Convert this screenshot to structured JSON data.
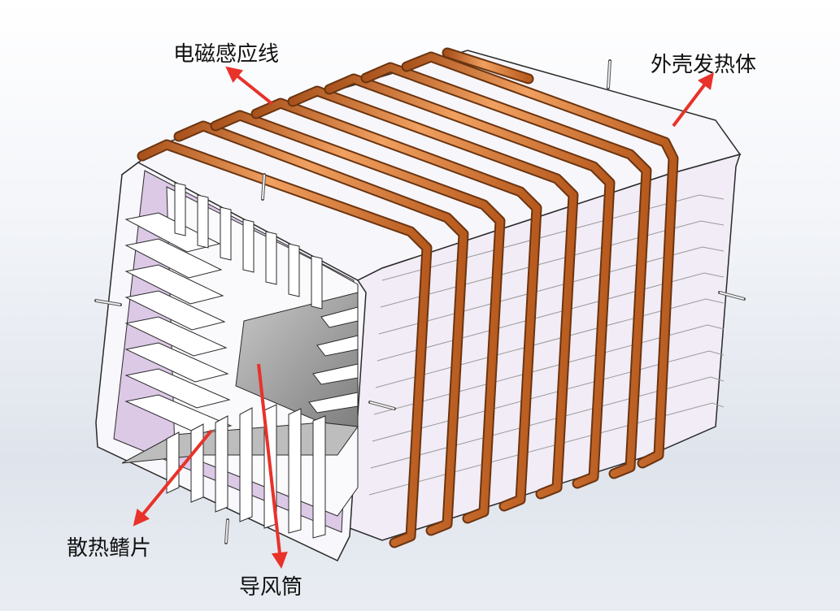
{
  "labels": {
    "coil": "电磁感应线",
    "shell": "外壳发热体",
    "fins": "散热鳍片",
    "duct": "导风筒"
  },
  "colors": {
    "coil": "#d4702a",
    "coil_highlight": "#f0a060",
    "arrow": "#e8322a",
    "fin_purple": "#dcc9e6",
    "shell_white": "#f7f6fa",
    "edge": "#2a2a2a",
    "duct_gray": "#9c9c9c"
  }
}
